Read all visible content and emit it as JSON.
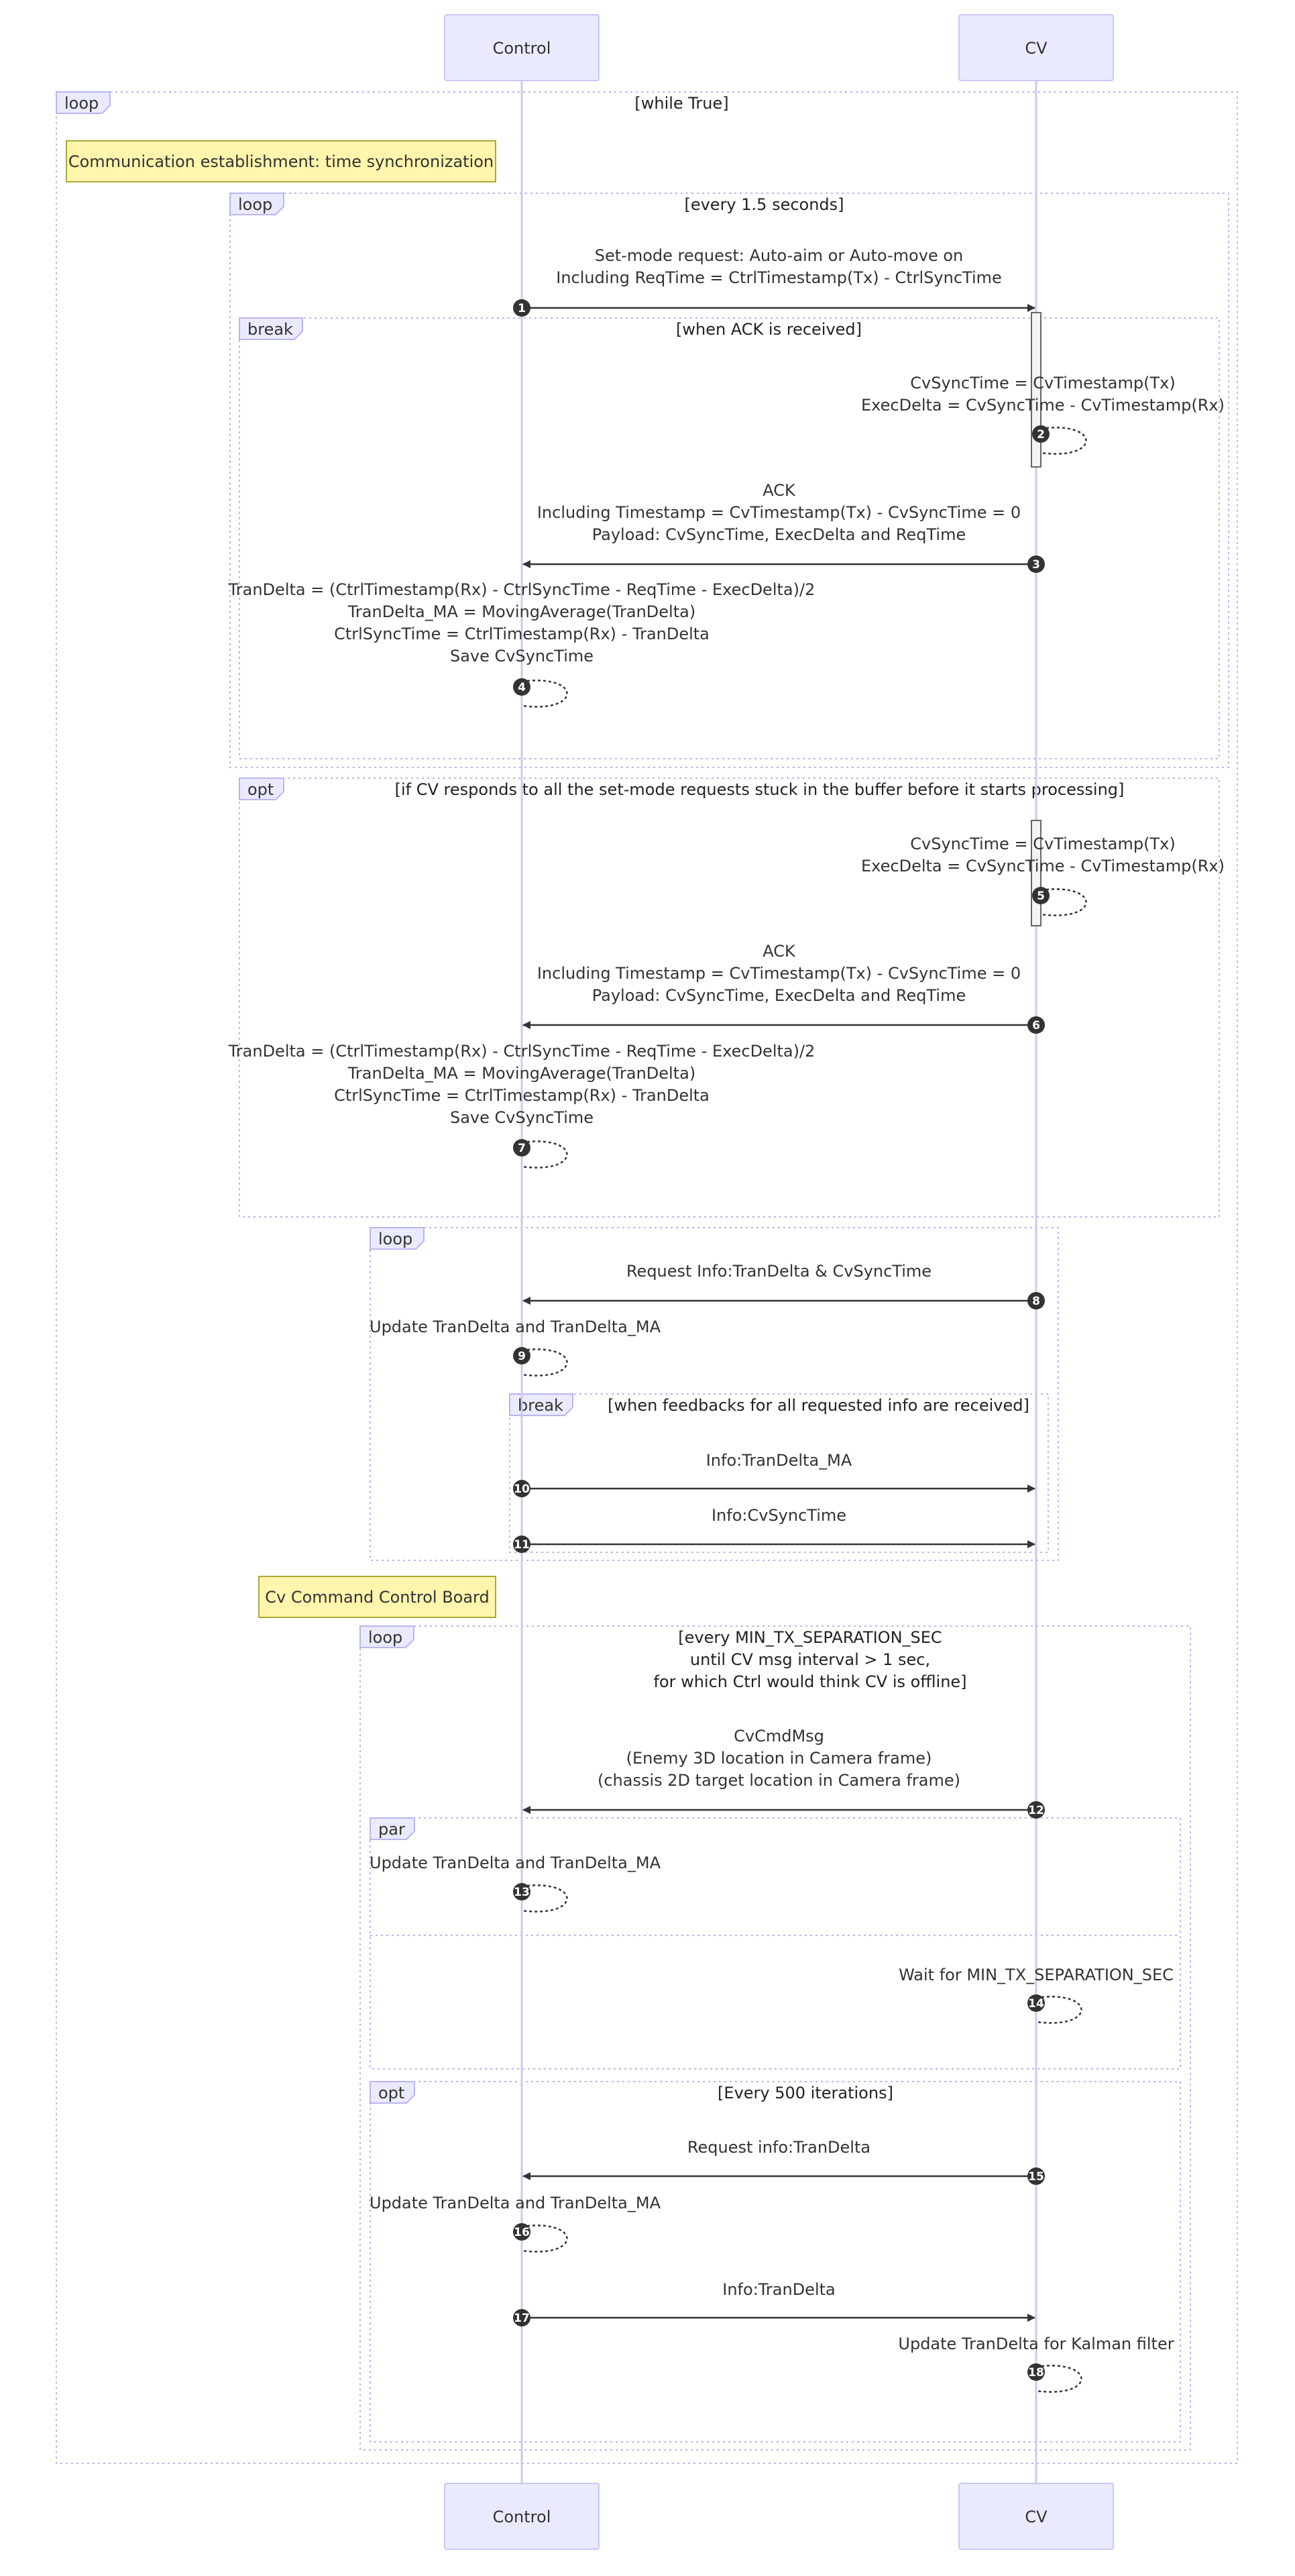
{
  "actors": [
    "Control",
    "CV"
  ],
  "notes": [
    "Communication establishment: time synchronization",
    "Cv Command Control Board"
  ],
  "frames": [
    {
      "label": "loop",
      "condition": [
        "[while True]"
      ]
    },
    {
      "label": "loop",
      "condition": [
        "[every 1.5 seconds]"
      ]
    },
    {
      "label": "break",
      "condition": [
        "[when ACK is received]"
      ]
    },
    {
      "label": "opt",
      "condition": [
        "[if CV responds to all the set-mode requests stuck in the buffer before it starts processing]"
      ]
    },
    {
      "label": "loop",
      "condition": []
    },
    {
      "label": "break",
      "condition": [
        "[when feedbacks for all requested info are received]"
      ]
    },
    {
      "label": "loop",
      "condition": [
        "[every MIN_TX_SEPARATION_SEC",
        "until CV msg interval > 1 sec,",
        "for which Ctrl would think CV is offline]"
      ]
    },
    {
      "label": "par",
      "condition": []
    },
    {
      "label": "opt",
      "condition": [
        "[Every 500 iterations]"
      ]
    }
  ],
  "messages": [
    {
      "num": "1",
      "lines": [
        "Set-mode request: Auto-aim or Auto-move on",
        "Including ReqTime = CtrlTimestamp(Tx) - CtrlSyncTime"
      ]
    },
    {
      "num": "2",
      "lines": [
        "CvSyncTime = CvTimestamp(Tx)",
        "ExecDelta = CvSyncTime - CvTimestamp(Rx)"
      ]
    },
    {
      "num": "3",
      "lines": [
        "ACK",
        "Including Timestamp = CvTimestamp(Tx) - CvSyncTime = 0",
        "Payload: CvSyncTime, ExecDelta and ReqTime"
      ]
    },
    {
      "num": "4",
      "lines": [
        "TranDelta = (CtrlTimestamp(Rx) - CtrlSyncTime - ReqTime - ExecDelta)/2",
        "TranDelta_MA = MovingAverage(TranDelta)",
        "CtrlSyncTime = CtrlTimestamp(Rx) - TranDelta",
        "Save CvSyncTime"
      ]
    },
    {
      "num": "5",
      "lines": [
        "CvSyncTime = CvTimestamp(Tx)",
        "ExecDelta = CvSyncTime - CvTimestamp(Rx)"
      ]
    },
    {
      "num": "6",
      "lines": [
        "ACK",
        "Including Timestamp = CvTimestamp(Tx) - CvSyncTime = 0",
        "Payload: CvSyncTime, ExecDelta and ReqTime"
      ]
    },
    {
      "num": "7",
      "lines": [
        "TranDelta = (CtrlTimestamp(Rx) - CtrlSyncTime - ReqTime - ExecDelta)/2",
        "TranDelta_MA = MovingAverage(TranDelta)",
        "CtrlSyncTime = CtrlTimestamp(Rx) - TranDelta",
        "Save CvSyncTime"
      ]
    },
    {
      "num": "8",
      "lines": [
        "Request Info:TranDelta & CvSyncTime"
      ]
    },
    {
      "num": "9",
      "lines": [
        "Update TranDelta and TranDelta_MA"
      ]
    },
    {
      "num": "10",
      "lines": [
        "Info:TranDelta_MA"
      ]
    },
    {
      "num": "11",
      "lines": [
        "Info:CvSyncTime"
      ]
    },
    {
      "num": "12",
      "lines": [
        "CvCmdMsg",
        "(Enemy 3D location in Camera frame)",
        "(chassis 2D target location in Camera frame)"
      ]
    },
    {
      "num": "13",
      "lines": [
        "Update TranDelta and TranDelta_MA"
      ]
    },
    {
      "num": "14",
      "lines": [
        "Wait for MIN_TX_SEPARATION_SEC"
      ]
    },
    {
      "num": "15",
      "lines": [
        "Request info:TranDelta"
      ]
    },
    {
      "num": "16",
      "lines": [
        "Update TranDelta and TranDelta_MA"
      ]
    },
    {
      "num": "17",
      "lines": [
        "Info:TranDelta"
      ]
    },
    {
      "num": "18",
      "lines": [
        "Update TranDelta for Kalman filter"
      ]
    }
  ]
}
